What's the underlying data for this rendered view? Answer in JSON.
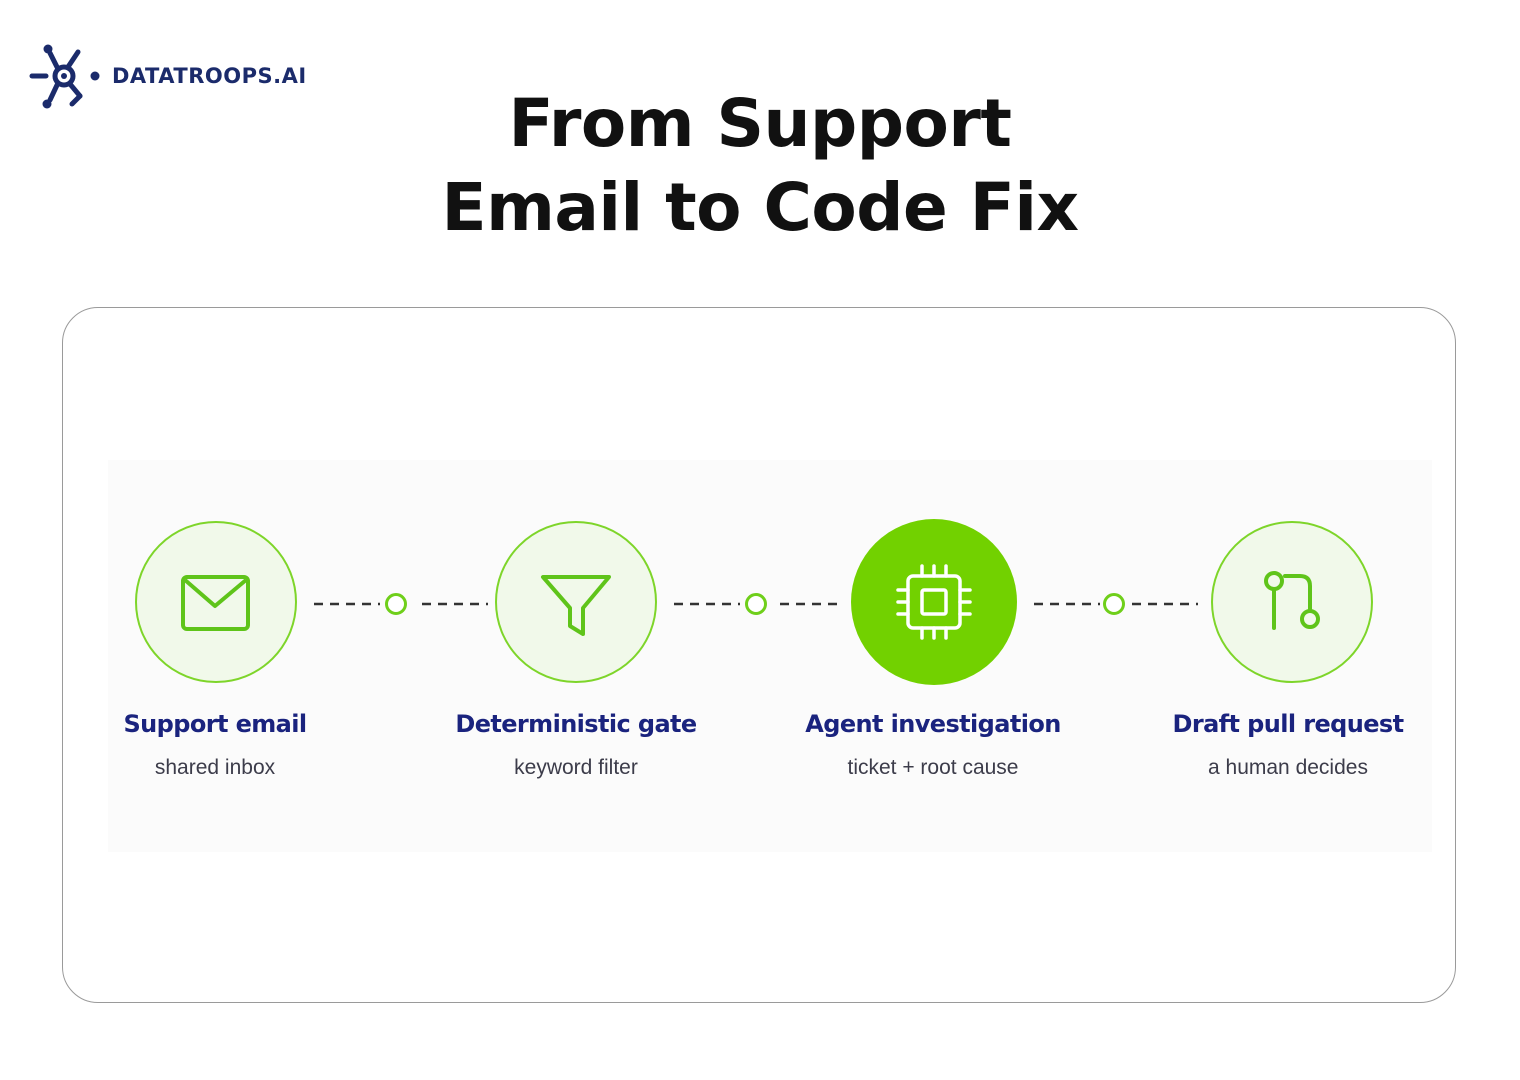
{
  "brand": {
    "name": "DATATROOPS.AI",
    "logo_icon": "network-hub-icon",
    "color": "#1b2b6b"
  },
  "title": {
    "line1": "From Support",
    "line2": "Email to Code Fix"
  },
  "colors": {
    "accent": "#6fcf1a",
    "accent_fill": "#f0f9e8",
    "active_fill": "#72d100",
    "label": "#1a237e",
    "sublabel": "#3c3c4a",
    "connector": "#333333"
  },
  "steps": [
    {
      "label": "Support email",
      "sub": "shared inbox",
      "icon": "mail-icon",
      "active": false
    },
    {
      "label": "Deterministic gate",
      "sub": "keyword filter",
      "icon": "filter-icon",
      "active": false
    },
    {
      "label": "Agent investigation",
      "sub": "ticket + root cause",
      "icon": "chip-icon",
      "active": true
    },
    {
      "label": "Draft pull request",
      "sub": "a human decides",
      "icon": "pull-request-icon",
      "active": false
    }
  ]
}
